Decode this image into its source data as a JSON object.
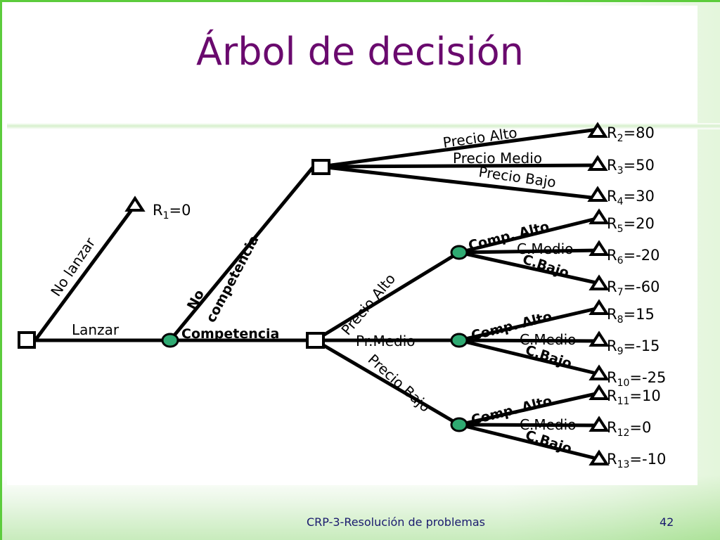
{
  "slide": {
    "title": "Árbol de decisión",
    "footer": "CRP-3-Resolución de problemas",
    "page_number": "42"
  },
  "branches": {
    "lanzar": "Lanzar",
    "no_lanzar": "No lanzar",
    "no": "No",
    "competencia_word": "competencia",
    "competencia": "Competencia",
    "top_precio_alto": "Precio Alto",
    "top_precio_medio": "Precio Medio",
    "top_precio_bajo": "Precio Bajo",
    "precio_alto": "Precio Alto",
    "pr_medio": "Pr.Medio",
    "precio_bajo": "Precio Bajo",
    "comp_alto": "Comp. Alto",
    "c_medio": "C.Medio",
    "c_bajo": "C.Bajo"
  },
  "results": [
    {
      "r": "R",
      "sub": "1",
      "val": "=0"
    },
    {
      "r": "R",
      "sub": "2",
      "val": "=80"
    },
    {
      "r": "R",
      "sub": "3",
      "val": "=50"
    },
    {
      "r": "R",
      "sub": "4",
      "val": "=30"
    },
    {
      "r": "R",
      "sub": "5",
      "val": "=20"
    },
    {
      "r": "R",
      "sub": "6",
      "val": "=-20"
    },
    {
      "r": "R",
      "sub": "7",
      "val": "=-60"
    },
    {
      "r": "R",
      "sub": "8",
      "val": "=15"
    },
    {
      "r": "R",
      "sub": "9",
      "val": "=-15"
    },
    {
      "r": "R",
      "sub": "10",
      "val": "=-25"
    },
    {
      "r": "R",
      "sub": "11",
      "val": "=10"
    },
    {
      "r": "R",
      "sub": "12",
      "val": "=0"
    },
    {
      "r": "R",
      "sub": "13",
      "val": "=-10"
    }
  ],
  "colors": {
    "title": "#6a0a6e",
    "chance_node": "#2faa72",
    "frame_accent": "#5ccc3c",
    "footer_text": "#1a1a6e"
  }
}
